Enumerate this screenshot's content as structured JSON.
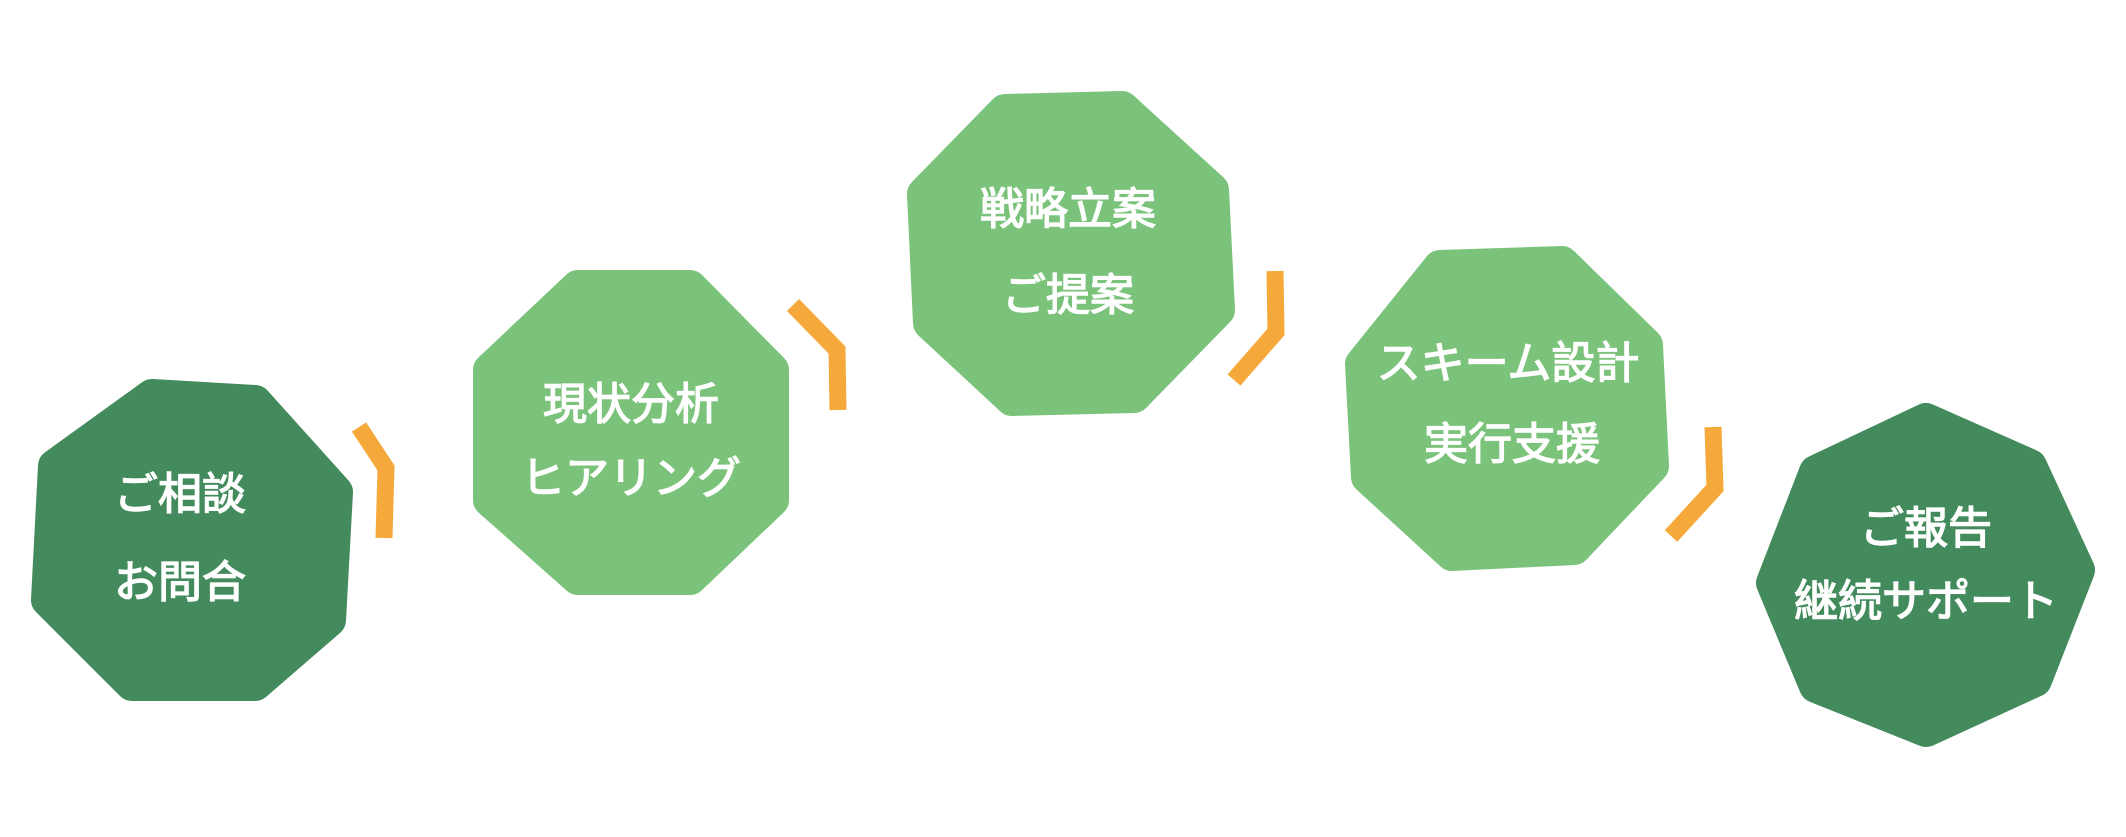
{
  "colors": {
    "dark_green": "#438b5c",
    "light_green": "#7bc37b",
    "arrow": "#f6a93b",
    "text": "#ffffff"
  },
  "steps": [
    {
      "line1": "ご相談",
      "line2": "お問合",
      "color": "dark"
    },
    {
      "line1": "現状分析",
      "line2": "ヒアリング",
      "color": "light"
    },
    {
      "line1": "戦略立案",
      "line2": "ご提案",
      "color": "light"
    },
    {
      "line1": "スキーム設計",
      "line2": "実行支援",
      "color": "light"
    },
    {
      "line1": "ご報告",
      "line2": "継続サポート",
      "color": "dark"
    }
  ]
}
